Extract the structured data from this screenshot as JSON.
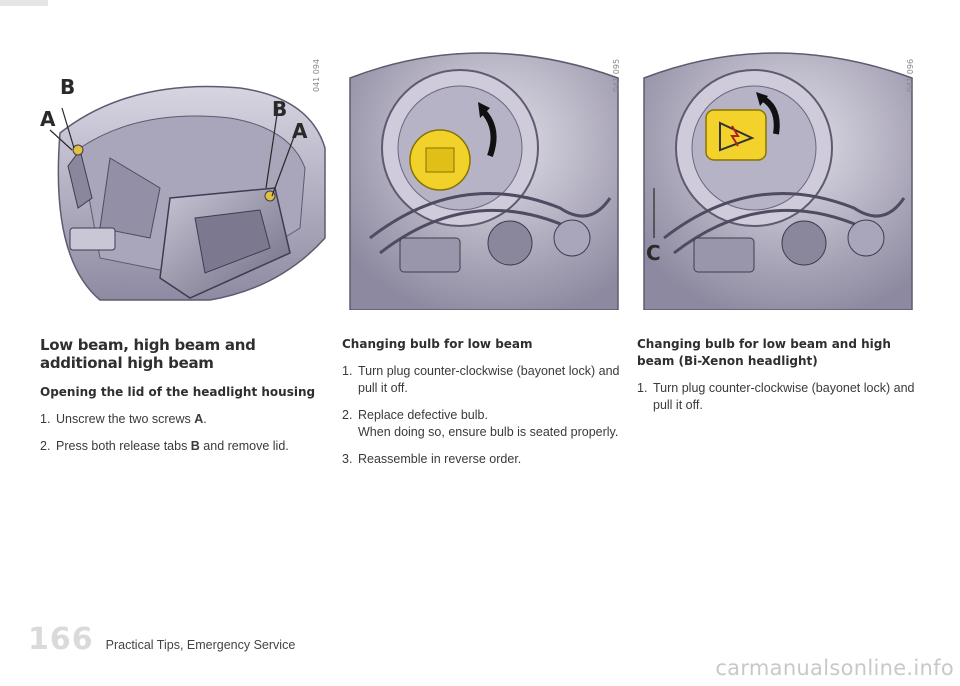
{
  "figures": [
    {
      "code": "041 094",
      "callouts": [
        "B",
        "A",
        "B",
        "A"
      ]
    },
    {
      "code": "041 095"
    },
    {
      "code": "041 096",
      "callouts": [
        "C"
      ]
    }
  ],
  "columns": [
    {
      "title": "Low beam, high beam and additional high beam",
      "subtitle": "Opening the lid of the headlight housing",
      "steps": [
        {
          "num": "1.",
          "text": "Unscrew the two screws ",
          "key": "A",
          "after": "."
        },
        {
          "num": "2.",
          "text": "Press both release tabs ",
          "key": "B",
          "after": " and remove lid."
        }
      ]
    },
    {
      "subtitle": "Changing bulb for low beam",
      "steps": [
        {
          "num": "1.",
          "text": "Turn plug counter-clockwise (bayonet lock) and pull it off."
        },
        {
          "num": "2.",
          "text": "Replace defective bulb.",
          "text2": "When doing so, ensure bulb is seated properly."
        },
        {
          "num": "3.",
          "text": "Reassemble in reverse order."
        }
      ]
    },
    {
      "subtitle": "Changing bulb for low beam and high beam (Bi-Xenon headlight)",
      "steps": [
        {
          "num": "1.",
          "text": "Turn plug counter-clockwise (bayonet lock) and pull it off."
        }
      ]
    }
  ],
  "footer": {
    "page_number": "166",
    "section": "Practical Tips, Emergency Service"
  },
  "watermark": "carmanualsonline.info",
  "colors": {
    "housing": "#b9b6c6",
    "housing_dark": "#7c7890",
    "plug_yellow": "#f2d12a",
    "xenon_yellow": "#f4d22c"
  }
}
